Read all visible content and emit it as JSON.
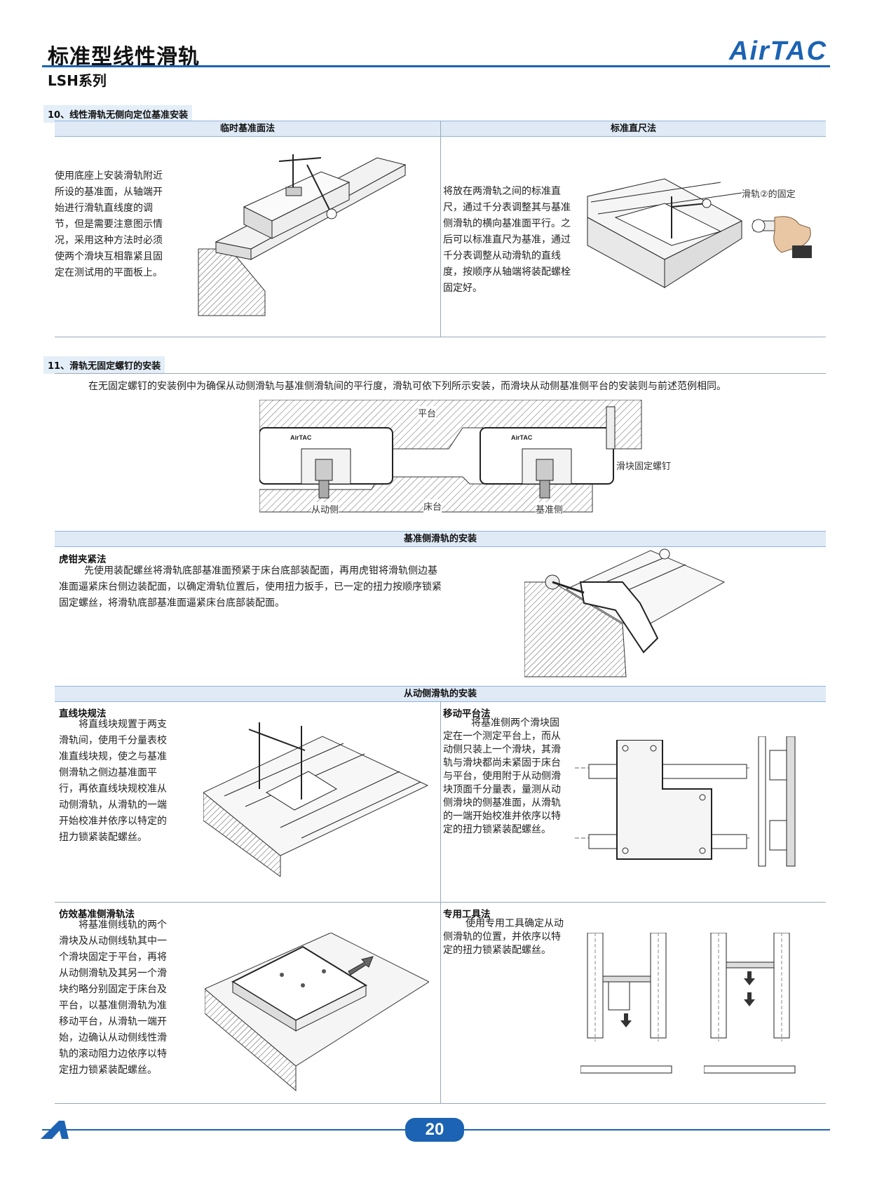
{
  "header": {
    "title": "标准型线性滑轨",
    "subtitle": "LSH系列",
    "logo": "AirTAC"
  },
  "section10": {
    "title": "10、线性滑轨无侧向定位基准安装",
    "col1_header": "临时基准面法",
    "col1_text": "使用底座上安装滑轨附近所设的基准面，从轴端开始进行滑轨直线度的调节，但是需要注意图示情况，采用这种方法时必须使两个滑块互相靠紧且固定在测试用的平面板上。",
    "col2_header": "标准直尺法",
    "col2_text": "将放在两滑轨之间的标准直尺，通过千分表调整其与基准侧滑轨的横向基准面平行。之后可以标准直尺为基准，通过千分表调整从动滑轨的直线度，按顺序从轴端将装配螺栓固定好。",
    "col2_fig_label": "滑轨②的固定"
  },
  "section11": {
    "title": "11、滑轨无固定螺钉的安装",
    "intro": "在无固定螺钉的安装例中为确保从动侧滑轨与基准侧滑轨间的平行度，滑轨可依下列所示安装，而滑块从动侧基准侧平台的安装则与前述范例相同。",
    "fig_labels": {
      "platform": "平台",
      "bed": "床台",
      "driven": "从动侧",
      "reference": "基准侧",
      "screw": "滑块固定螺钉",
      "brand": "AirTAC"
    },
    "ref_header": "基准侧滑轨的安装",
    "vise_title": "虎钳夹紧法",
    "vise_text": "先使用装配螺丝将滑轨底部基准面预紧于床台底部装配面，再用虎钳将滑轨侧边基准面逼紧床台侧边装配面，以确定滑轨位置后，使用扭力扳手，已一定的扭力按顺序锁紧固定螺丝，将滑轨底部基准面逼紧床台底部装配面。",
    "driven_header": "从动侧滑轨的安装",
    "m1_title": "直线块规法",
    "m1_text": "将直线块规置于两支滑轨间，使用千分量表校准直线块规，使之与基准侧滑轨之侧边基准面平行，再依直线块规校准从动侧滑轨，从滑轨的一端开始校准并依序以特定的扭力锁紧装配螺丝。",
    "m2_title": "移动平台法",
    "m2_text": "将基准侧两个滑块固定在一个测定平台上，而从动侧只装上一个滑块，其滑轨与滑块都尚未紧固于床台与平台，使用附于从动侧滑块顶面千分量表，量测从动侧滑块的侧基准面，从滑轨的一端开始校准并依序以特定的扭力锁紧装配螺丝。",
    "m3_title": "仿效基准侧滑轨法",
    "m3_text": "将基准侧线轨的两个滑块及从动侧线轨其中一个滑块固定于平台，再将从动侧滑轨及其另一个滑块约略分别固定于床台及平台，以基准侧滑轨为准移动平台，从滑轨一端开始，边确认从动侧线性滑轨的滚动阻力边依序以特定扭力锁紧装配螺丝。",
    "m4_title": "专用工具法",
    "m4_text": "使用专用工具确定从动侧滑轨的位置，并依序以特定的扭力锁紧装配螺丝。"
  },
  "footer": {
    "page_number": "20"
  }
}
